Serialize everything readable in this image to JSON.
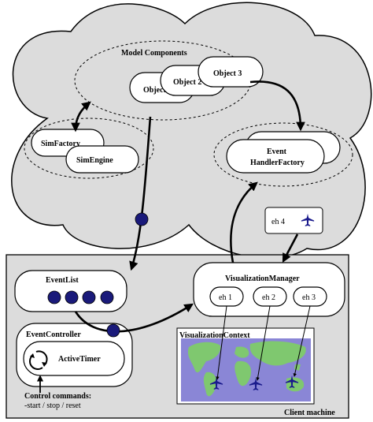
{
  "cloud": {
    "model_components": {
      "title": "Model Components",
      "objects": [
        "Object 1",
        "Object 2",
        "Object 3"
      ]
    },
    "sim_group": {
      "sim_factory": "SimFactory",
      "sim_engine": "SimEngine"
    },
    "event_handler_factory": {
      "line1": "Event",
      "line2": "HandlerFactory"
    },
    "eh4_label": "eh 4"
  },
  "client": {
    "label": "Client machine",
    "event_list": {
      "title": "EventList"
    },
    "event_controller": {
      "title": "EventController",
      "active_timer": "ActiveTimer"
    },
    "control_commands": {
      "title": "Control commands:",
      "detail": "-start / stop / reset"
    },
    "visualization_manager": {
      "title": "VisualizationManager",
      "handlers": [
        "eh 1",
        "eh 2",
        "eh 3"
      ]
    },
    "visualization_context": {
      "title": "VisualizationContext"
    }
  },
  "colors": {
    "cloud_fill": "#dcdcdc",
    "client_fill": "#dcdcdc",
    "event_dot": "#1a1a7a",
    "map_ocean": "#8a86d6",
    "map_land": "#7fc86f",
    "plane": "#1a1a8c"
  }
}
